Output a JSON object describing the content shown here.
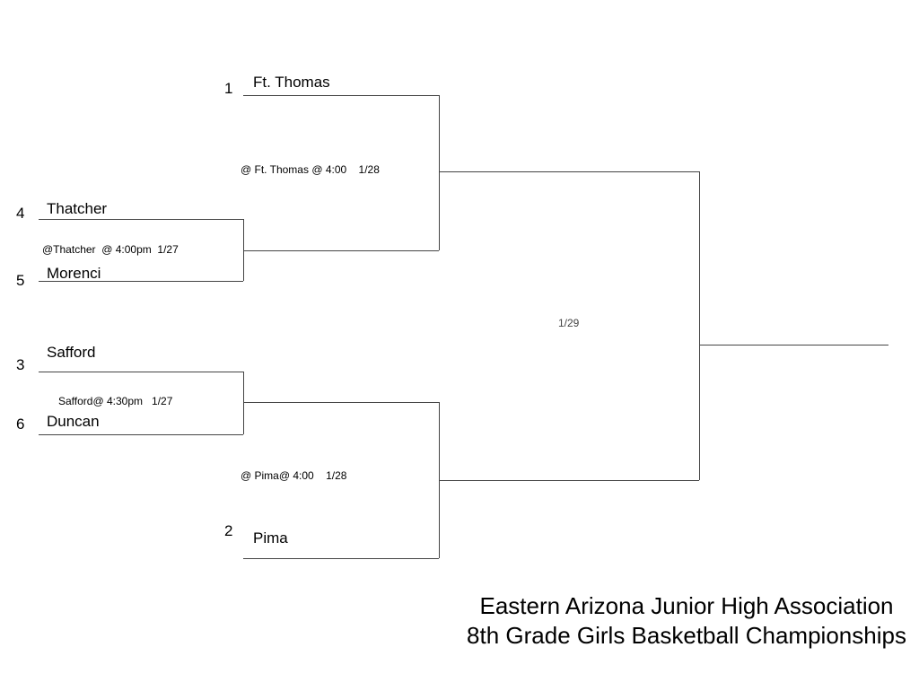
{
  "bracket": {
    "round1": [
      {
        "top": {
          "seed": "4",
          "team": "Thatcher"
        },
        "bottom": {
          "seed": "5",
          "team": "Morenci"
        },
        "game_info": "@Thatcher  @ 4:00pm  1/27"
      },
      {
        "top": {
          "seed": "3",
          "team": "Safford"
        },
        "bottom": {
          "seed": "6",
          "team": "Duncan"
        },
        "game_info": "Safford@ 4:30pm   1/27"
      }
    ],
    "semifinals": [
      {
        "top": {
          "seed": "1",
          "team": "Ft. Thomas"
        },
        "game_info": "@ Ft. Thomas @ 4:00    1/28"
      },
      {
        "bottom": {
          "seed": "2",
          "team": "Pima"
        },
        "game_info": "@ Pima@ 4:00    1/28"
      }
    ],
    "final": {
      "game_info": "1/29"
    }
  },
  "title": {
    "line1": "Eastern Arizona Junior High Association",
    "line2": "8th Grade Girls Basketball Championships"
  }
}
